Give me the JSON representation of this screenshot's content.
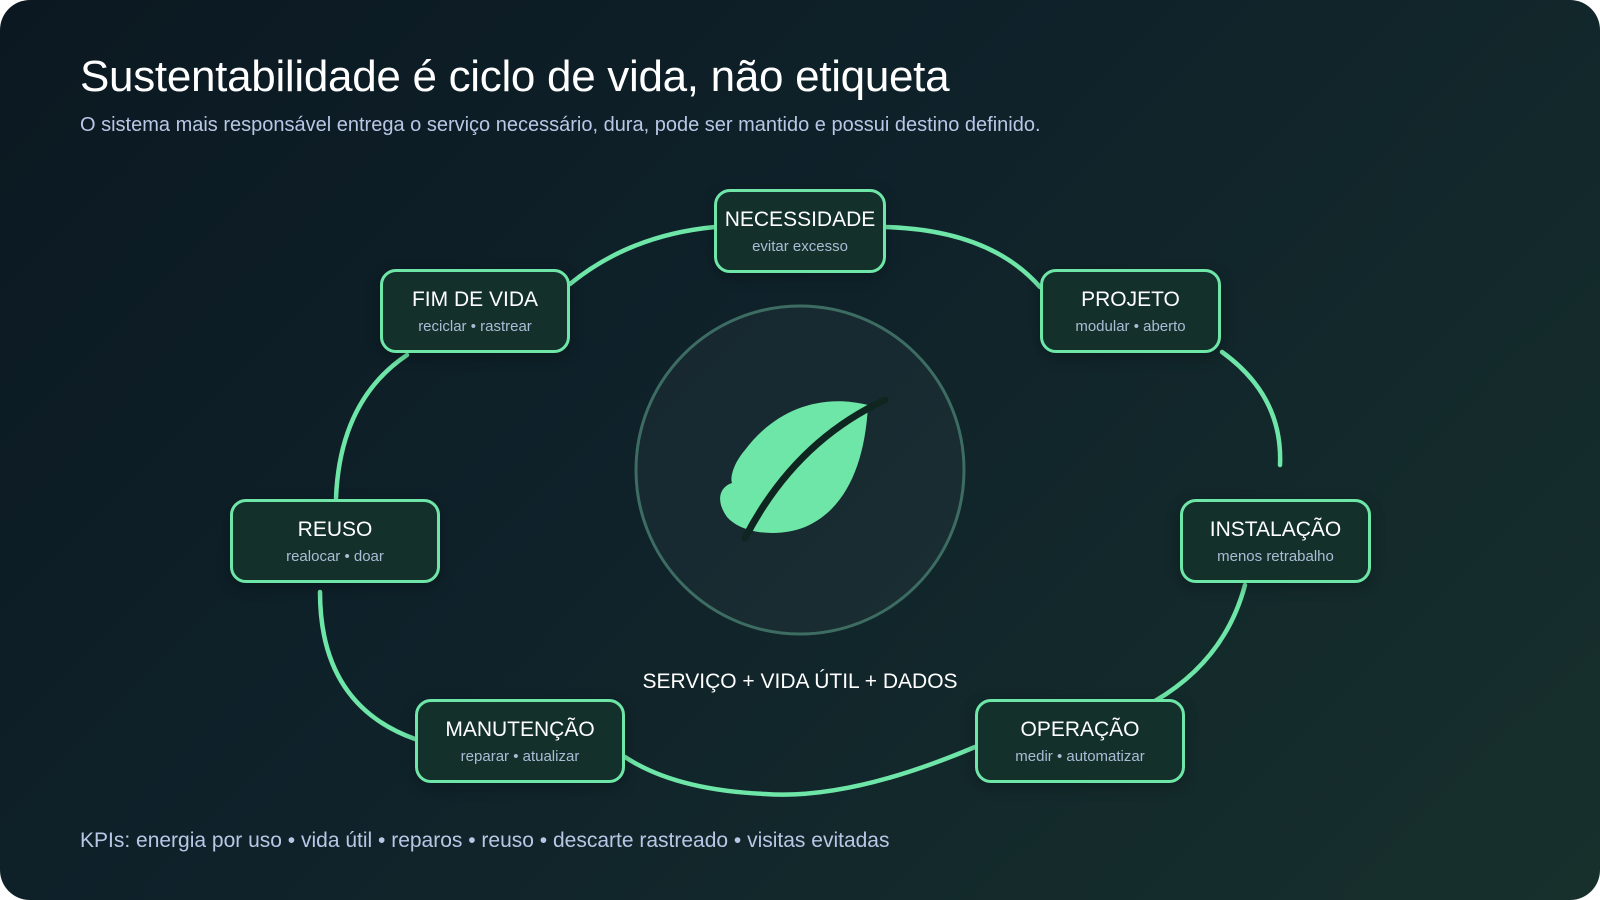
{
  "header": {
    "title": "Sustentabilidade é ciclo de vida, não etiqueta",
    "subtitle": "O sistema mais responsável entrega o serviço necessário, dura, pode ser mantido e possui destino definido."
  },
  "cycle": {
    "center_label": "SERVIÇO + VIDA ÚTIL + DADOS",
    "center_icon": "leaf-icon",
    "nodes": [
      {
        "label": "NECESSIDADE",
        "sub": "evitar excesso"
      },
      {
        "label": "PROJETO",
        "sub": "modular • aberto"
      },
      {
        "label": "INSTALAÇÃO",
        "sub": "menos retrabalho"
      },
      {
        "label": "OPERAÇÃO",
        "sub": "medir • automatizar"
      },
      {
        "label": "MANUTENÇÃO",
        "sub": "reparar • atualizar"
      },
      {
        "label": "REUSO",
        "sub": "realocar • doar"
      },
      {
        "label": "FIM DE VIDA",
        "sub": "reciclar • rastrear"
      }
    ]
  },
  "footer": {
    "kpis": "KPIs: energia por uso • vida útil • reparos • reuso • descarte rastreado • visitas evitadas"
  },
  "colors": {
    "accent": "#6ee6a8",
    "node_fill": "#13302b",
    "background": "#0f222a",
    "muted_text": "#b9c7e6"
  }
}
